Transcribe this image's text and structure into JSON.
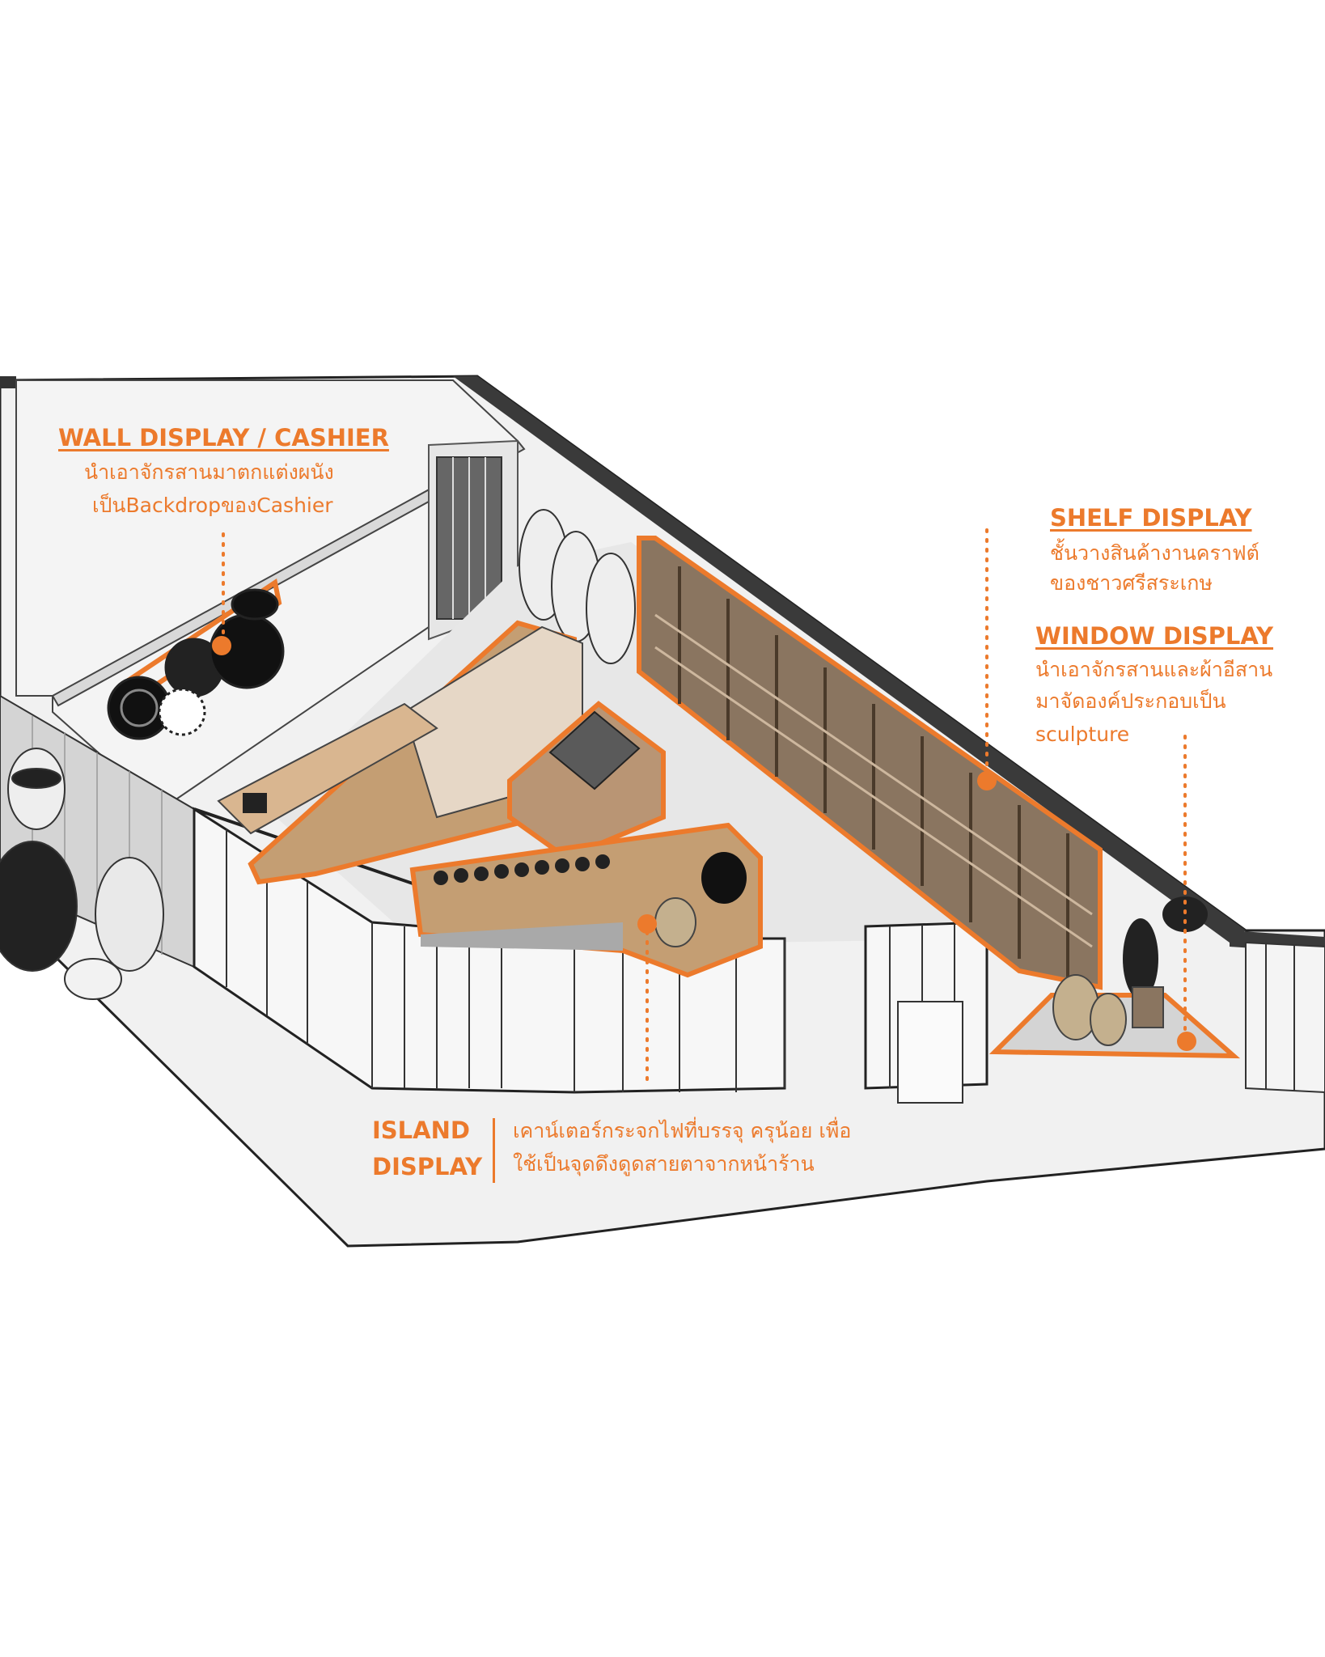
{
  "colors": {
    "accent": "#ec7a2c",
    "wall_dark": "#333333",
    "floor": "#ededed",
    "wood": "#8a7560",
    "wood_light": "#cdb79e"
  },
  "labels": {
    "wall_display": {
      "title": "WALL DISPLAY / CASHIER",
      "lines": [
        "นำเอาจักรสานมาตกแต่งผนัง",
        "เป็นBackdropของCashier"
      ]
    },
    "shelf_display": {
      "title": "SHELF DISPLAY",
      "lines": [
        "ชั้นวางสินค้างานคราฟต์",
        "ของชาวศรีสระเกษ"
      ]
    },
    "window_display": {
      "title": "WINDOW DISPLAY",
      "lines": [
        "นำเอาจักรสานและผ้าอีสาน",
        "มาจัดองค์ประกอบเป็น",
        "sculpture"
      ]
    },
    "island_display": {
      "title_lines": [
        "ISLAND",
        "DISPLAY"
      ],
      "lines": [
        "เคาน์เตอร์กระจกไฟที่บรรจุ ครุน้อย เพื่อ",
        "ใช้เป็นจุดดึงดูดสายตาจากหน้าร้าน"
      ]
    }
  }
}
